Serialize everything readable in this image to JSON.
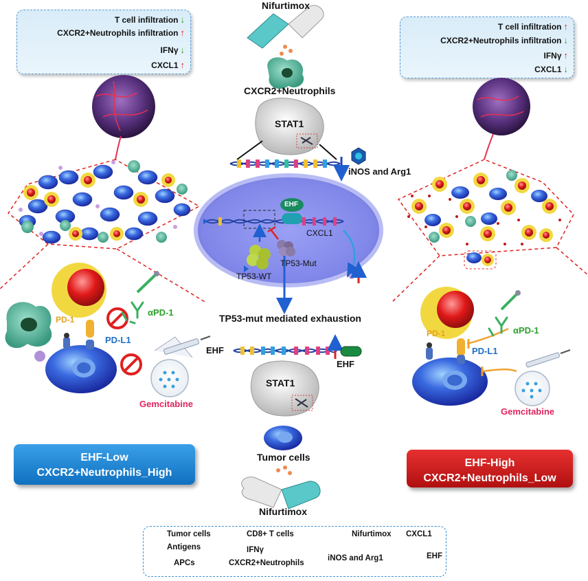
{
  "left_panel": {
    "info": [
      {
        "label": "T cell infiltration",
        "direction": "down"
      },
      {
        "label": "CXCR2+Neutrophils infiltration",
        "direction": "up"
      },
      {
        "label": "IFNγ",
        "direction": "down"
      },
      {
        "label": "CXCL1",
        "direction": "up"
      }
    ],
    "pd1": "PD-1",
    "pdl1": "PD-L1",
    "apd1": "αPD-1",
    "gemcitabine": "Gemcitabine",
    "summary_line1": "EHF-Low",
    "summary_line2": "CXCR2+Neutrophils_High"
  },
  "right_panel": {
    "info": [
      {
        "label": "T cell infiltration",
        "direction": "up"
      },
      {
        "label": "CXCR2+Neutrophils infiltration",
        "direction": "down"
      },
      {
        "label": "IFNγ",
        "direction": "up"
      },
      {
        "label": "CXCL1",
        "direction": "down"
      }
    ],
    "pd1": "PD-1",
    "pdl1": "PD-L1",
    "apd1": "αPD-1",
    "gemcitabine": "Gemcitabine",
    "summary_line1": "EHF-High",
    "summary_line2": "CXCR2+Neutrophils_Low"
  },
  "center": {
    "nifurtimox_top": "Nifurtimox",
    "neutrophils": "CXCR2+Neutrophils",
    "stat1_top": "STAT1",
    "inos": "iNOS and Arg1",
    "ehf_bubble": "EHF",
    "cxcl1": "CXCL1",
    "tp53_wt": "TP53-WT",
    "tp53_mut": "TP53-Mut",
    "exhaustion": "TP53-mut mediated exhaustion",
    "ehf_left": "EHF",
    "ehf_right": "EHF",
    "stat1_bottom": "STAT1",
    "tumor_cells": "Tumor cells",
    "nifurtimox_bottom": "Nifurtimox"
  },
  "legend": {
    "tumor_cells": "Tumor cells",
    "cd8": "CD8+ T cells",
    "nifurtimox": "Nifurtimox",
    "cxcl1": "CXCL1",
    "antigens": "Antigens",
    "ifng": "IFNγ",
    "inos": "iNOS and Arg1",
    "ehf": "EHF",
    "apcs": "APCs",
    "neutrophils": "CXCR2+Neutrophils"
  },
  "colors": {
    "tumor_blue": "#2a5ad8",
    "tcell_red": "#e01818",
    "tcell_yellow": "#f2d840",
    "neutrophil_green": "#4aa896",
    "nucleus_oval": "#7f86e8",
    "low_box": "#1478c8",
    "high_box": "#c81818",
    "arrow_blue": "#2060d0"
  }
}
